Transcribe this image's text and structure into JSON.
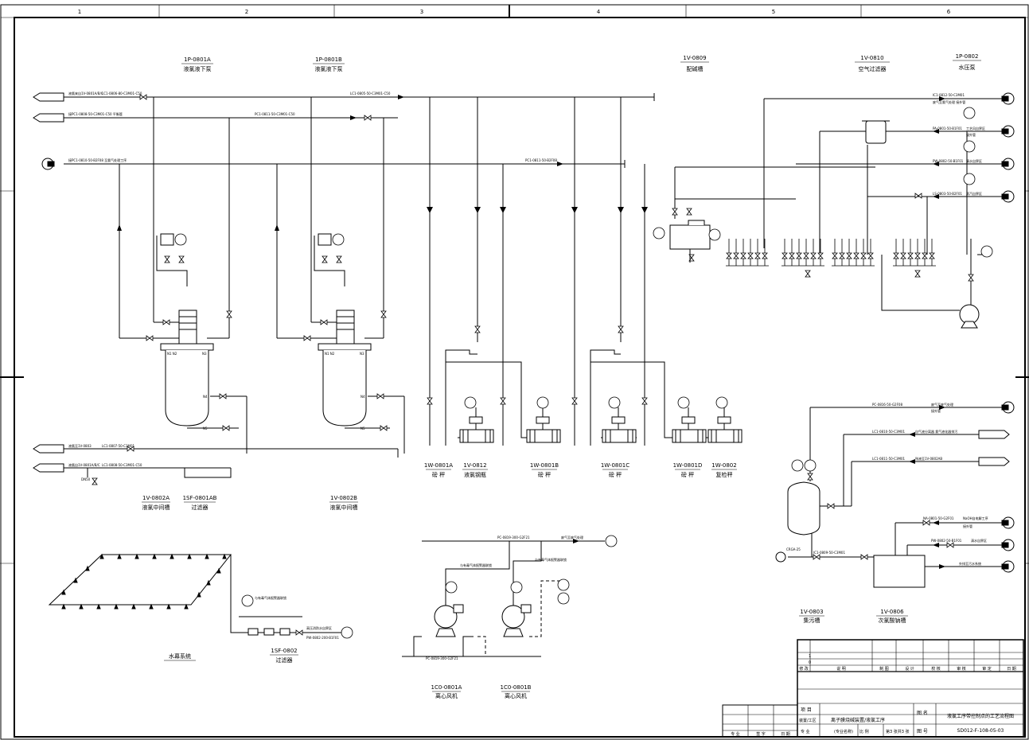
{
  "frame": {
    "columns": [
      "1",
      "2",
      "3",
      "4",
      "5",
      "6"
    ]
  },
  "equipment": {
    "p0801a": {
      "tag": "1P-0801A",
      "name": "液氯液下泵"
    },
    "p0801b": {
      "tag": "1P-0801B",
      "name": "液氯液下泵"
    },
    "v0809": {
      "tag": "1V-0809",
      "name": "配碱槽"
    },
    "v0810": {
      "tag": "1V-0810",
      "name": "空气过滤器"
    },
    "p0802": {
      "tag": "1P-0802",
      "name": "水压泵"
    },
    "v0802a": {
      "tag": "1V-0802A",
      "name": "液氯中间槽"
    },
    "sf0801ab": {
      "tag": "1SF-0801AB",
      "name": "过滤器"
    },
    "v0802b": {
      "tag": "1V-0802B",
      "name": "液氯中间槽"
    },
    "w0801a": {
      "tag": "1W-0801A",
      "name": "磅 秤"
    },
    "v0812": {
      "tag": "1V-0812",
      "name": "液氯钢瓶"
    },
    "w0801b": {
      "tag": "1W-0801B",
      "name": "磅 秤"
    },
    "w0801c": {
      "tag": "1W-0801C",
      "name": "磅 秤"
    },
    "w0801d": {
      "tag": "1W-0801D",
      "name": "磅 秤"
    },
    "w0802": {
      "tag": "1W-0802",
      "name": "复检秤"
    },
    "water_curtain": {
      "name": "水幕系统"
    },
    "sf0802": {
      "tag": "1SF-0802",
      "name": "过滤器"
    },
    "c0801a": {
      "tag": "1C0-0801A",
      "name": "离心风机"
    },
    "c0801b": {
      "tag": "1C0-0801B",
      "name": "离心风机"
    },
    "v0803": {
      "tag": "1V-0803",
      "name": "集污槽"
    },
    "v0806": {
      "tag": "1V-0806",
      "name": "次氯酸钠槽"
    }
  },
  "line_labels": {
    "liq_cl_from": "液氯来自1V-0801A/B/C",
    "line_lc1": "LC1-0806-80-C3M01-C50",
    "balance": "接PC1-0808-50-C3M01-C50    平衡管",
    "pc1_top": "PC1-0811-50-C3M01-C50",
    "exhaust": "接PC1-0810-50-B2F08    至氯气处理工序",
    "lc1_mid": "LC1-0805-50-C3M01-C50",
    "pc1_mid": "PC1-0811-50-B2F08",
    "ic1_top": "IC1-0812-50-C3M01",
    "to_waste": "废气至氯气处理 接外管",
    "pa": "PA-0801-50-B1F01",
    "pa_desc": "工艺风自界区",
    "pw": "PW-0802-50-B1F01",
    "pw_desc": "清水自界区",
    "ls": "LS-0803-50-B2F01",
    "ls_desc": "蒸汽自界区",
    "ext_pipe": "接外管",
    "liq_cl_to": "液氯至1V-0803",
    "lc1_low": "LC1-0807-50-C3M01",
    "liq_cl_out": "液氯自1V-0801A/B/C",
    "lc1_low2": "LC1-0808-50-C3M01-C50",
    "pc_fan_top": "PC-0819-300-G2F21",
    "to_waste_fan": "废气至废气处理",
    "fan_alarm1": "与有毒气体报警器联锁",
    "fan_alarm2": "与有毒气体报警器联锁",
    "pc_fan_bot": "PC-0819-300-G2F21",
    "pump_alarm": "与有毒气体报警器联锁",
    "pw_fire": "PW-0802-200-B1F01",
    "fire_water": "高压消防水自界区",
    "drain": "DN50",
    "pc_right": "PC-0816-50-G2F08",
    "to_waste_r": "废气至废气处理",
    "lc1_r1": "LC1-0810-50-C3M01",
    "r1_desc": "自气液分离器 氯气液化器排污",
    "lc1_r2": "LC1-0811-50-C3M01",
    "r2_desc": "残液至1V-0802AB",
    "na": "NA-0801-50-G2F01",
    "na_desc": "NaOH自电解工序",
    "pw_r": "PW-0802-50-B1F01",
    "pw_r_desc": "清水自界区",
    "pump_out_desc": "外排至污水系统",
    "ic_bot": "IC1-0809-50-C3M01",
    "pump_bot": "CRGA-25"
  },
  "title_block": {
    "header_cells": [
      "修 改",
      "说 明",
      "制 图",
      "设 计",
      "校 核",
      "审 核",
      "审 定",
      "日 期"
    ],
    "rev_nums": [
      "1",
      "0"
    ],
    "project_label": "项 目",
    "project": "离子膜烧碱装置/液氯工序",
    "section_label": "装置/工区",
    "drawing_name_label": "图 名",
    "drawing_name": "液氯工序带控制点的工艺流程图",
    "spec_label": "专 业",
    "spec": "(专业名称)",
    "scale_label": "比 例",
    "sheet": "第3 张共3 张",
    "drawing_no_label": "图 号",
    "drawing_no": "SD012-F-108-05-03",
    "sign_cells": [
      "专 业",
      "签 字",
      "日 期"
    ]
  }
}
